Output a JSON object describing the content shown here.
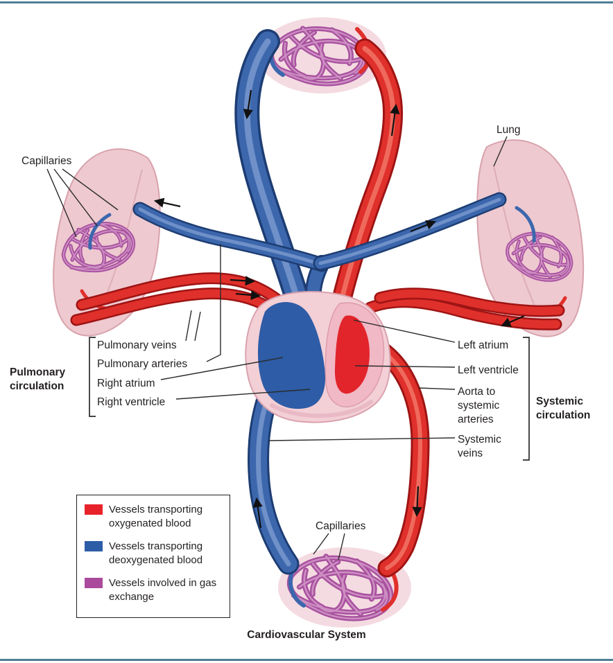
{
  "title": "Cardiovascular System",
  "labels": {
    "lung": "Lung",
    "capillaries_top": "Capillaries",
    "capillaries_bottom": "Capillaries",
    "pulmonary_circulation": "Pulmonary circulation",
    "systemic_circulation": "Systemic circulation",
    "pulmonary_veins": "Pulmonary veins",
    "pulmonary_arteries": "Pulmonary arteries",
    "right_atrium": "Right atrium",
    "right_ventricle": "Right ventricle",
    "left_atrium": "Left atrium",
    "left_ventricle": "Left ventricle",
    "aorta": "Aorta to systemic arteries",
    "systemic_veins": "Systemic veins"
  },
  "legend": {
    "items": [
      {
        "color": "#e8222a",
        "label": "Vessels transporting oxygenated blood"
      },
      {
        "color": "#2d5da7",
        "label": "Vessels transporting deoxygenated blood"
      },
      {
        "color": "#ab4a9c",
        "label": "Vessels involved in gas exchange"
      }
    ]
  },
  "colors": {
    "oxygenated_vessel": "#e0302b",
    "deoxygenated_vessel": "#3c67ad",
    "gas_exchange_vessel": "#a8519f",
    "lung_fill": "#eec9d0",
    "border_rule": "#4f7f96"
  }
}
